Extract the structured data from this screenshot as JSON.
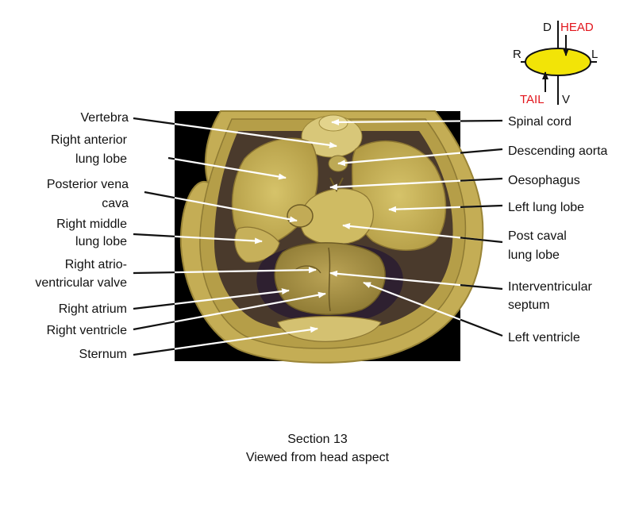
{
  "orientation": {
    "dorsal": "D",
    "head": "HEAD",
    "right": "R",
    "left": "L",
    "tail": "TAIL",
    "ventral": "V",
    "accent_color": "#e2151c",
    "oval_color": "#f2e407"
  },
  "labels_left": [
    {
      "lines": [
        "Vertebra"
      ]
    },
    {
      "lines": [
        "Right anterior",
        "lung lobe"
      ]
    },
    {
      "lines": [
        "Posterior vena",
        "cava"
      ]
    },
    {
      "lines": [
        "Right middle",
        "lung lobe"
      ]
    },
    {
      "lines": [
        "Right atrio-",
        "ventricular valve"
      ]
    },
    {
      "lines": [
        "Right atrium"
      ]
    },
    {
      "lines": [
        "Right ventricle"
      ]
    },
    {
      "lines": [
        "Sternum"
      ]
    }
  ],
  "labels_right": [
    {
      "lines": [
        "Spinal cord"
      ]
    },
    {
      "lines": [
        "Descending aorta"
      ]
    },
    {
      "lines": [
        "Oesophagus"
      ]
    },
    {
      "lines": [
        "Left lung lobe"
      ]
    },
    {
      "lines": [
        "Post caval",
        "lung lobe"
      ]
    },
    {
      "lines": [
        "Interventricular",
        "septum"
      ]
    },
    {
      "lines": [
        "Left ventricle"
      ]
    }
  ],
  "caption": {
    "line1": "Section 13",
    "line2": "Viewed from head aspect"
  },
  "colors": {
    "background": "#000000",
    "tissue": "#c9b457",
    "tissue_light": "#dccb78",
    "tissue_dark": "#8a7a35",
    "heart_dark": "#3a2a3a"
  }
}
